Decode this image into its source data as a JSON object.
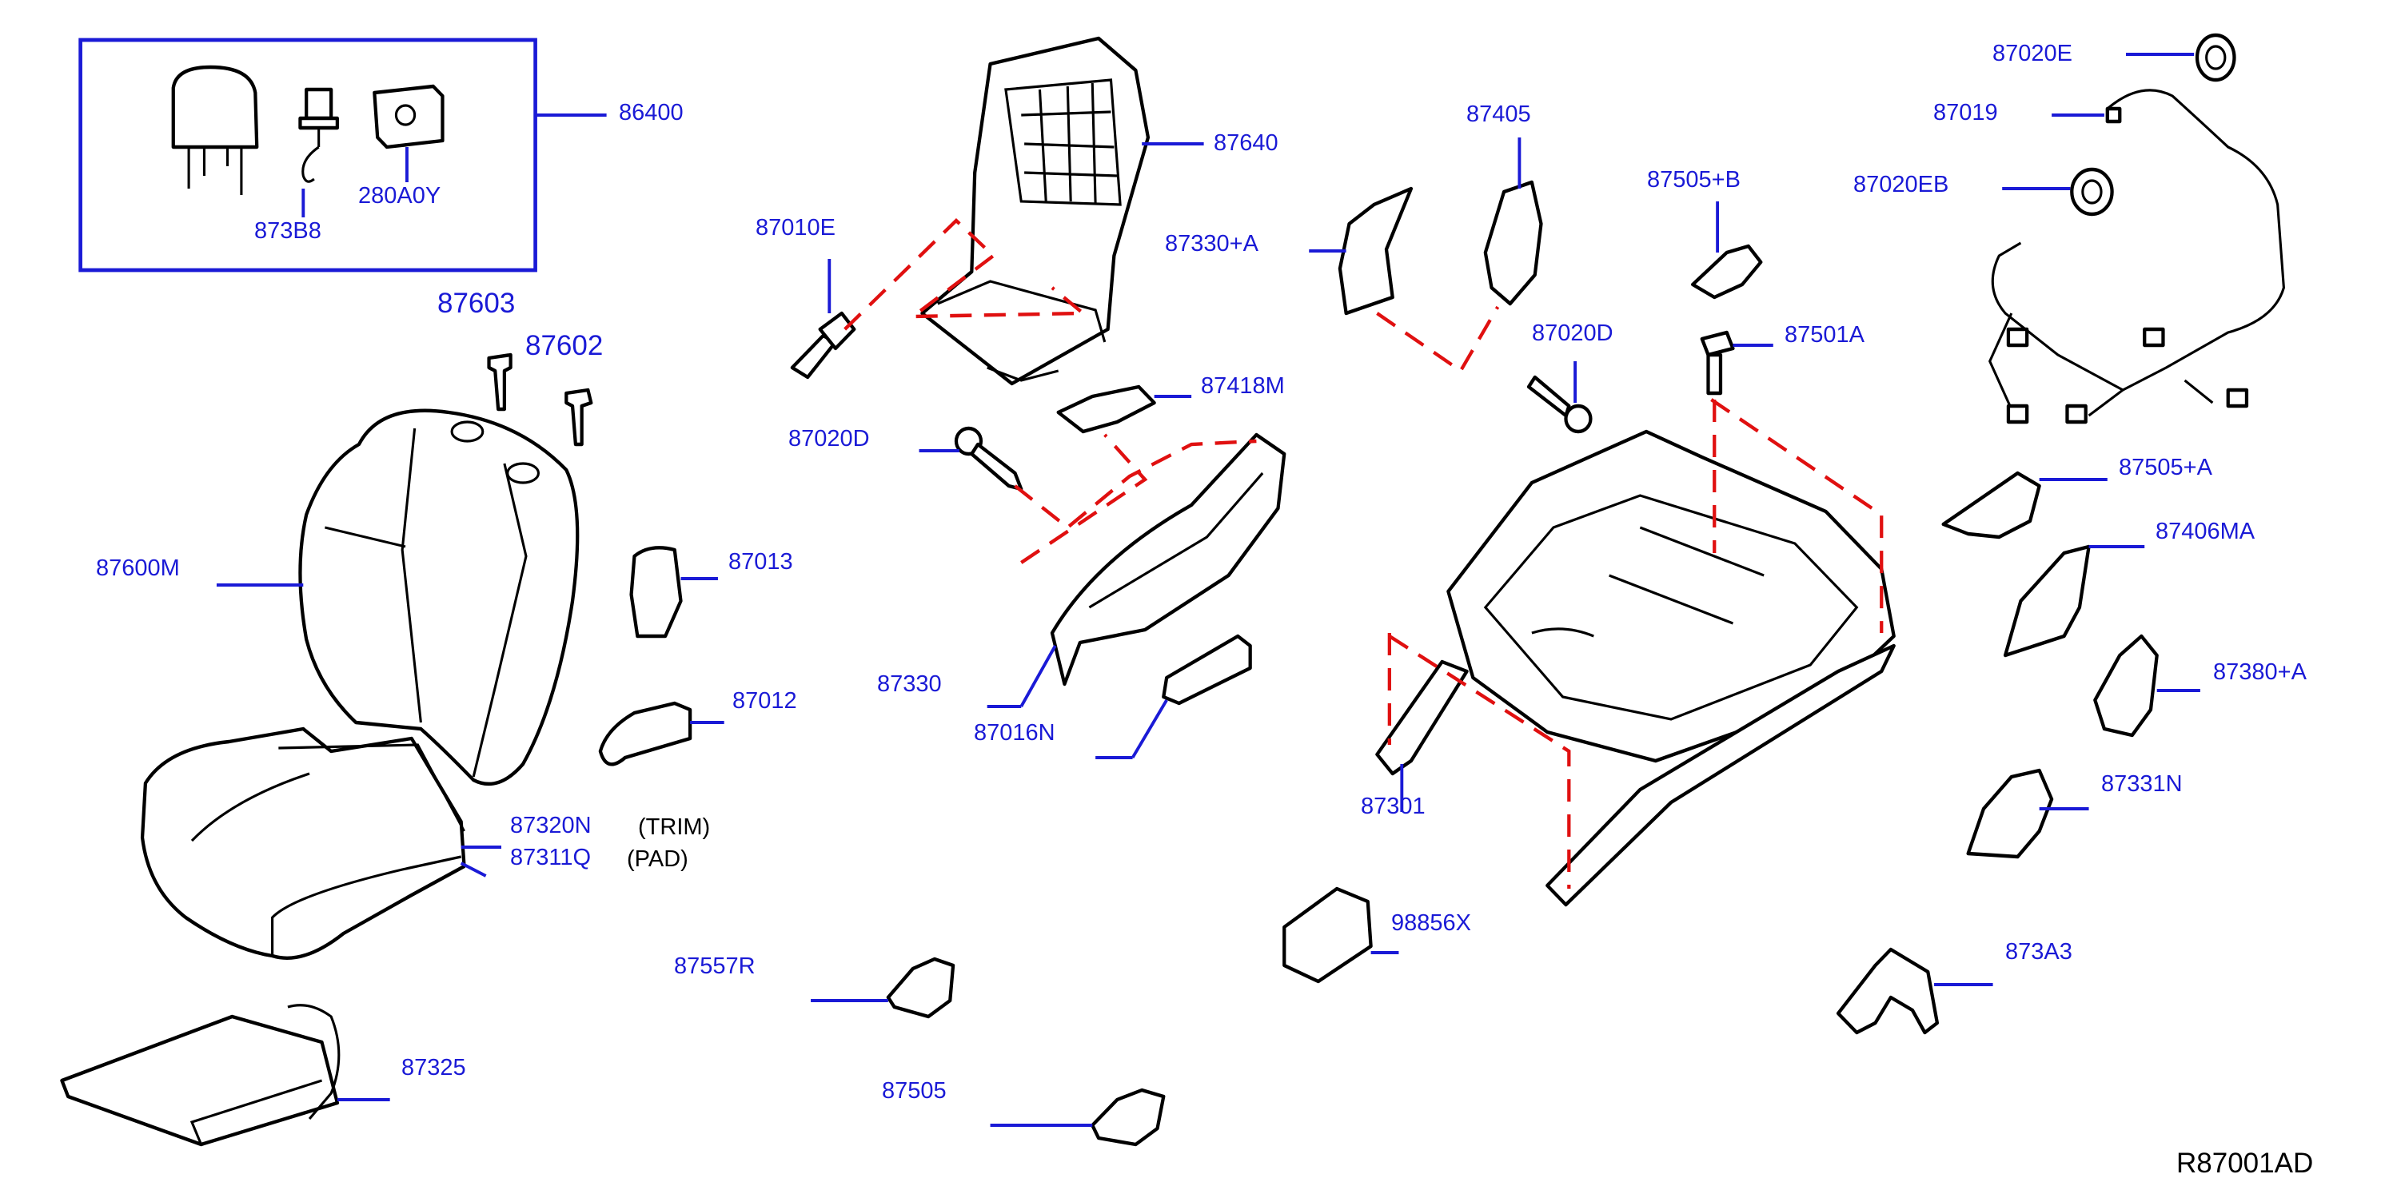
{
  "labels": {
    "l86400": "86400",
    "l873B8": "873B8",
    "l280A0Y": "280A0Y",
    "l87603": "87603",
    "l87602": "87602",
    "l87600M": "87600M",
    "l87013": "87013",
    "l87012": "87012",
    "l87320N": "87320N",
    "l87311Q": "87311Q",
    "l87325": "87325",
    "l87640": "87640",
    "l87010E": "87010E",
    "l87418M": "87418M",
    "l87020D_left": "87020D",
    "l87330": "87330",
    "l87016N": "87016N",
    "l87557R": "87557R",
    "l87505": "87505",
    "l87405": "87405",
    "l87330A": "87330+A",
    "l87505B": "87505+B",
    "l87020D_right": "87020D",
    "l87501A": "87501A",
    "l87301": "87301",
    "l98856X": "98856X",
    "l87020E": "87020E",
    "l87019": "87019",
    "l87020EB": "87020EB",
    "l87505A": "87505+A",
    "l87406MA": "87406MA",
    "l87380A": "87380+A",
    "l87331N": "87331N",
    "l873A3": "873A3"
  },
  "notes": {
    "trim": "(TRIM)",
    "pad": "(PAD)"
  },
  "diagram_code": "R87001AD",
  "colors": {
    "label": "#1a1ad6",
    "dash": "#e01010",
    "line": "#000000"
  }
}
